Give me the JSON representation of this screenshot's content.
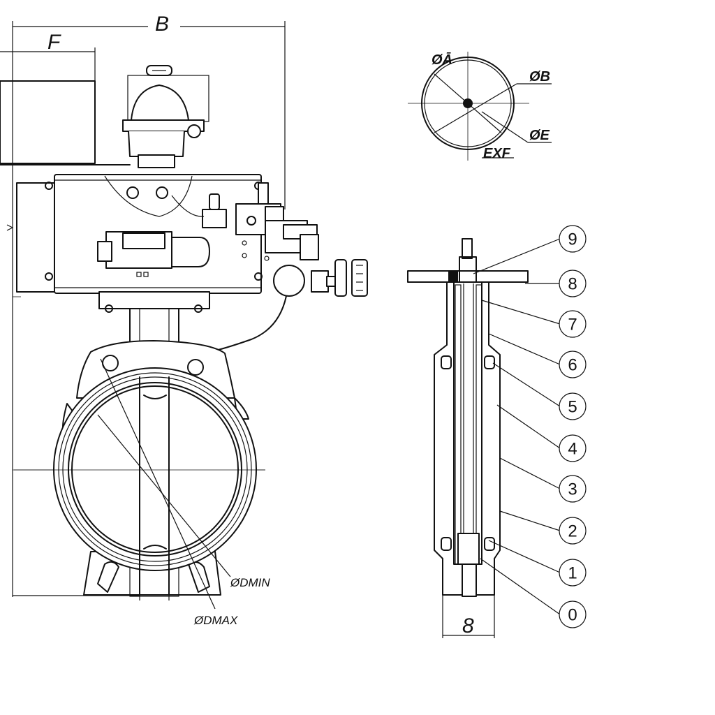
{
  "dimensions": {
    "B": "B",
    "F": "F",
    "dmin": "ØDMIN",
    "dmax": "ØDMAX",
    "width_8": "8"
  },
  "flange_detail": {
    "dia_a": "ØĀ",
    "dia_b": "ØB",
    "dia_e": "ØE",
    "exf": "EXF"
  },
  "balloons": [
    "9",
    "8",
    "7",
    "6",
    "5",
    "4",
    "3",
    "2",
    "1",
    "0"
  ],
  "colors": {
    "ink": "#111111",
    "paper": "#ffffff"
  }
}
